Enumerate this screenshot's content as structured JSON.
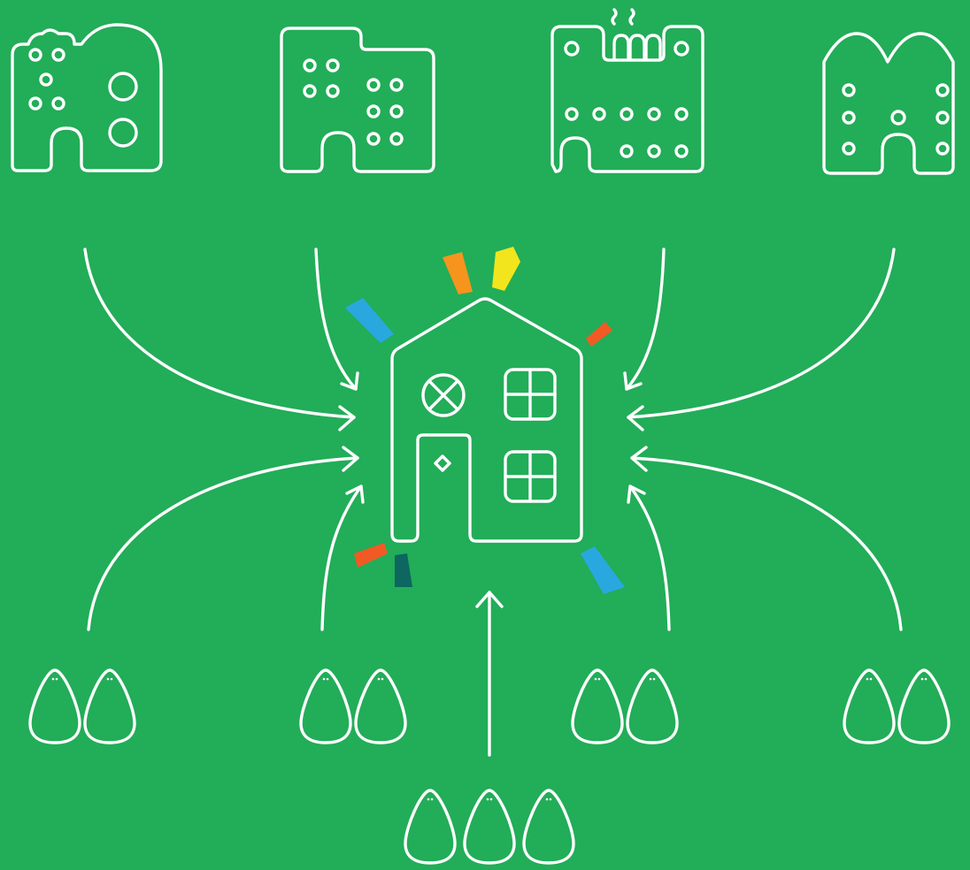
{
  "colors": {
    "background": "#22ad58",
    "line": "#ffffff",
    "accent_blue": "#29a8e0",
    "accent_orange": "#f7941d",
    "accent_yellow": "#f2e51d",
    "accent_red": "#f15a24",
    "accent_teal": "#0d6660"
  },
  "icons": {
    "buildings": [
      "apartment-building-icon",
      "office-building-icon",
      "factory-building-icon",
      "twin-tower-building-icon"
    ],
    "center": "house-icon",
    "people": "person-icon",
    "arrows": "arrow-icon"
  },
  "people_groups": [
    {
      "count": 2
    },
    {
      "count": 2
    },
    {
      "count": 2
    },
    {
      "count": 2
    },
    {
      "count": 3
    }
  ]
}
